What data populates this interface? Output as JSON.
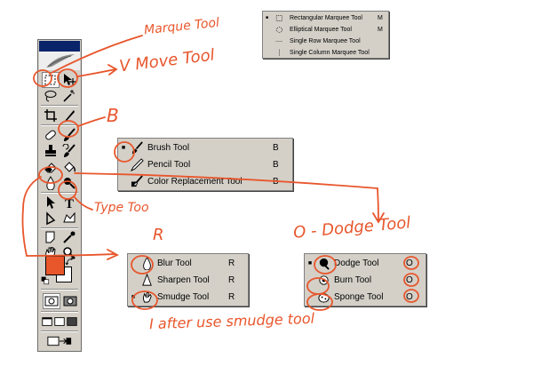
{
  "colors": {
    "accent_annotation": "#e8562c",
    "panel_bg": "#d4d0c8",
    "toolbox_title_bar": "#0a246a",
    "foreground_color": "#e8562c",
    "background_color": "#ffffff"
  },
  "marquee_menu": {
    "items": [
      {
        "icon": "rectangular-marquee-icon",
        "label": "Rectangular Marquee Tool",
        "key": "M",
        "selected": true
      },
      {
        "icon": "elliptical-marquee-icon",
        "label": "Elliptical Marquee Tool",
        "key": "M",
        "selected": false
      },
      {
        "icon": "single-row-marquee-icon",
        "label": "Single Row Marquee Tool",
        "key": "",
        "selected": false
      },
      {
        "icon": "single-column-marquee-icon",
        "label": "Single Column Marquee Tool",
        "key": "",
        "selected": false
      }
    ]
  },
  "brush_menu": {
    "items": [
      {
        "icon": "brush-icon",
        "label": "Brush Tool",
        "key": "B",
        "selected": true
      },
      {
        "icon": "pencil-icon",
        "label": "Pencil Tool",
        "key": "B",
        "selected": false
      },
      {
        "icon": "color-replacement-icon",
        "label": "Color Replacement Tool",
        "key": "B",
        "selected": false
      }
    ]
  },
  "blur_menu": {
    "items": [
      {
        "icon": "blur-icon",
        "label": "Blur Tool",
        "key": "R",
        "selected": false
      },
      {
        "icon": "sharpen-icon",
        "label": "Sharpen Tool",
        "key": "R",
        "selected": false
      },
      {
        "icon": "smudge-icon",
        "label": "Smudge Tool",
        "key": "R",
        "selected": true
      }
    ]
  },
  "dodge_menu": {
    "items": [
      {
        "icon": "dodge-icon",
        "label": "Dodge Tool",
        "key": "O",
        "selected": true
      },
      {
        "icon": "burn-icon",
        "label": "Burn Tool",
        "key": "O",
        "selected": false
      },
      {
        "icon": "sponge-icon",
        "label": "Sponge Tool",
        "key": "O",
        "selected": false
      }
    ]
  },
  "annotations": {
    "marquee": "Marque Tool",
    "move": "V Move Tool",
    "brush": "B",
    "type": "Type Too",
    "blur": "R",
    "dodge": "O - Dodge Tool",
    "smudge_note": "I after use smudge tool"
  }
}
